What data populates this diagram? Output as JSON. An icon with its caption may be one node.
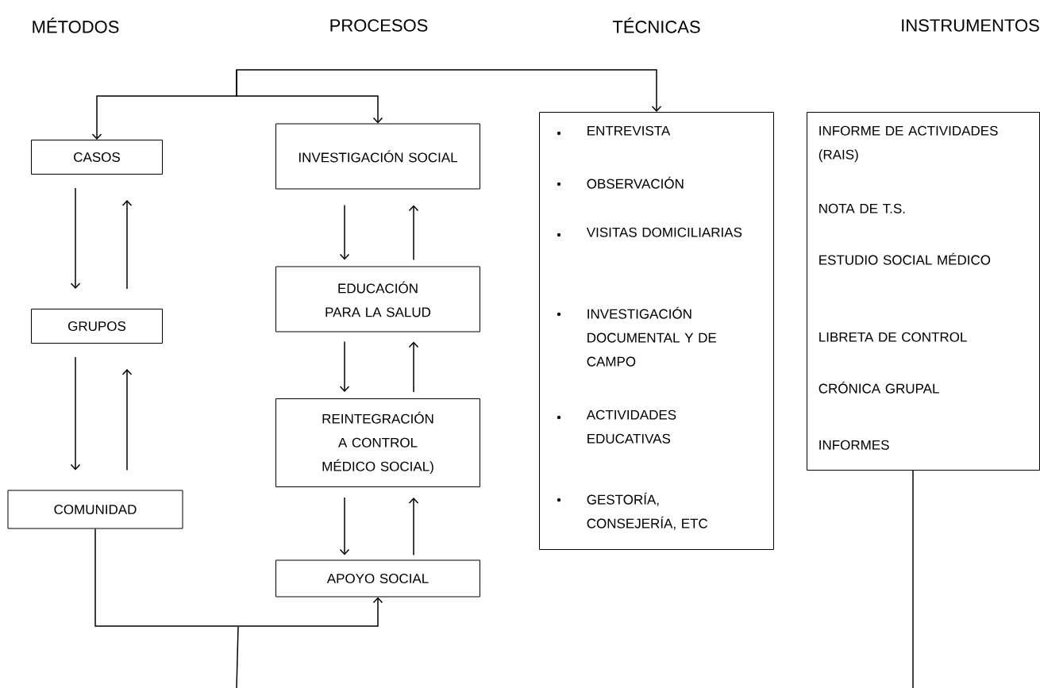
{
  "diagram": {
    "nodes": [
      {
        "text": [
          "CASOS"
        ]
      },
      {
        "text": [
          "GRUPOS"
        ]
      },
      {
        "text": [
          "COMUNIDAD"
        ]
      },
      {
        "text": [
          "INVESTIGACIÓN SOCIAL"
        ]
      },
      {
        "text": [
          "EDUCACIÓN PARA LA SALUD"
        ]
      },
      {
        "text": [
          "REINTEGRACIÓN A CONTROL MÉDICO SOCIAL)"
        ]
      },
      {
        "text": [
          "APOYO SOCIAL"
        ]
      },
      {
        "text": [
          "ENTREVISTA",
          "OBSERVACIÓN",
          "VISITAS DOMICILIARIAS",
          "INVESTIGACIÓN DOCUMENTAL Y DE CAMPO",
          "ACTIVIDADES EDUCATIVAS",
          "GESTORÍA, CONSEJERÍA, ETC"
        ]
      },
      {
        "text": [
          "INFORME DE ACTIVIDADES (RAIS)",
          "NOTA DE T.S.",
          "ESTUDIO SOCIAL MÉDICO",
          "LIBRETA DE CONTROL",
          "CRÓNICA GRUPAL",
          "INFORMES"
        ]
      }
    ],
    "edges": [
      {
        "from": null,
        "to": 0,
        "arrow": "to"
      },
      {
        "from": null,
        "to": 3,
        "arrow": "to"
      },
      {
        "from": null,
        "to": 7,
        "arrow": "to"
      },
      {
        "from": 0,
        "to": 1,
        "arrow": "to"
      },
      {
        "from": 1,
        "to": 0,
        "arrow": "to"
      },
      {
        "from": 1,
        "to": 2,
        "arrow": "to"
      },
      {
        "from": 2,
        "to": 1,
        "arrow": "to"
      },
      {
        "from": 3,
        "to": 4,
        "arrow": "to"
      },
      {
        "from": 4,
        "to": 3,
        "arrow": "to"
      },
      {
        "from": 4,
        "to": 5,
        "arrow": "to"
      },
      {
        "from": 5,
        "to": 4,
        "arrow": "to"
      },
      {
        "from": 5,
        "to": 6,
        "arrow": "to"
      },
      {
        "from": 6,
        "to": 5,
        "arrow": "to"
      },
      {
        "from": 2,
        "to": 6,
        "arrow": "to"
      },
      {
        "from": 8,
        "to": null,
        "arrow": "none"
      }
    ],
    "labels": [
      "MÉTODOS",
      "PROCESOS",
      "TÉCNICAS",
      "INSTRUMENTOS"
    ]
  }
}
